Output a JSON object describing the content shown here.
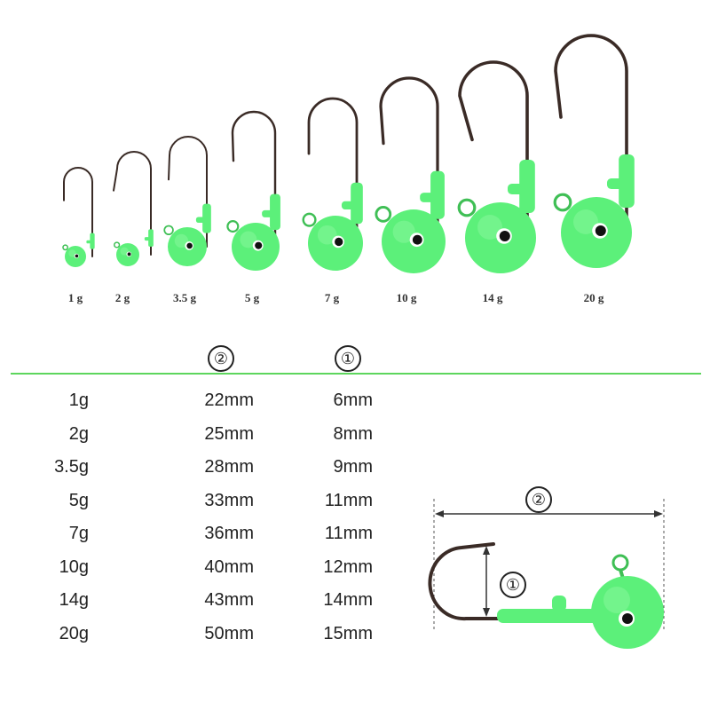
{
  "product_row": {
    "weights": [
      "1 g",
      "2 g",
      "3.5 g",
      "5 g",
      "7 g",
      "10 g",
      "14 g",
      "20 g"
    ]
  },
  "table": {
    "col_markers": [
      "②",
      "①"
    ],
    "rows": [
      {
        "weight": "1g",
        "length": "22mm",
        "head": "6mm"
      },
      {
        "weight": "2g",
        "length": "25mm",
        "head": "8mm"
      },
      {
        "weight": "3.5g",
        "length": "28mm",
        "head": "9mm"
      },
      {
        "weight": "5g",
        "length": "33mm",
        "head": "11mm"
      },
      {
        "weight": "7g",
        "length": "36mm",
        "head": "11mm"
      },
      {
        "weight": "10g",
        "length": "40mm",
        "head": "12mm"
      },
      {
        "weight": "14g",
        "length": "43mm",
        "head": "14mm"
      },
      {
        "weight": "20g",
        "length": "50mm",
        "head": "15mm"
      }
    ]
  },
  "diagram": {
    "marker_length": "②",
    "marker_gap": "①"
  },
  "colors": {
    "head_green": "#5cf07a",
    "hook_metal": "#3a2b26",
    "divider": "#5dd65d"
  }
}
